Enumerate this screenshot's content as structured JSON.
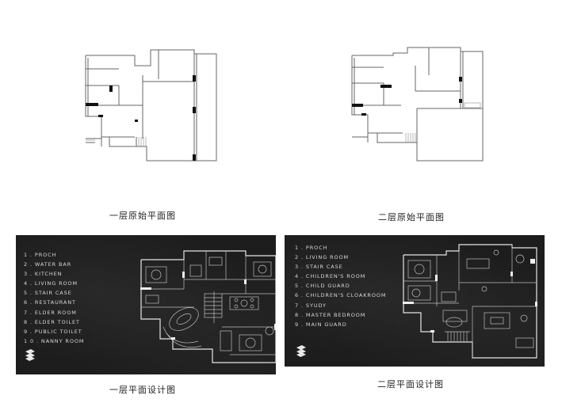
{
  "plans": {
    "ground_original": {
      "caption": "一层原始平面图"
    },
    "upper_original": {
      "caption": "二层原始平面图"
    },
    "ground_design": {
      "caption": "一层平面设计图",
      "legend": [
        "1 . PROCH",
        "2 . WATER BAR",
        "3 . KITCHEN",
        "4 . LIVING ROOM",
        "5 . STAIR CASE",
        "6 . RESTAURANT",
        "7 . ELDER ROOM",
        "8 . ELDER TOILET",
        "9 . PUBLIC TOILET",
        "1 0 . NANNY ROOM"
      ]
    },
    "upper_design": {
      "caption": "二层平面设计图",
      "legend": [
        "1 . PROCH",
        "2 . LIVING ROOM",
        "3 . STAIR CASE",
        "4 . CHILDREN'S ROOM",
        "5 . CHILD GUARD",
        "6 . CHILDREN'S CLOAKROOM",
        "7 . SYUDY",
        "8 . MASTER BEDROOM",
        "9 . MAIN GUARD"
      ]
    }
  },
  "colors": {
    "background": "#ffffff",
    "panel_dark": "#1d1d1d",
    "plan_line": "#555555",
    "wall_fill": "#111111",
    "legend_text": "#d8d8d8"
  }
}
